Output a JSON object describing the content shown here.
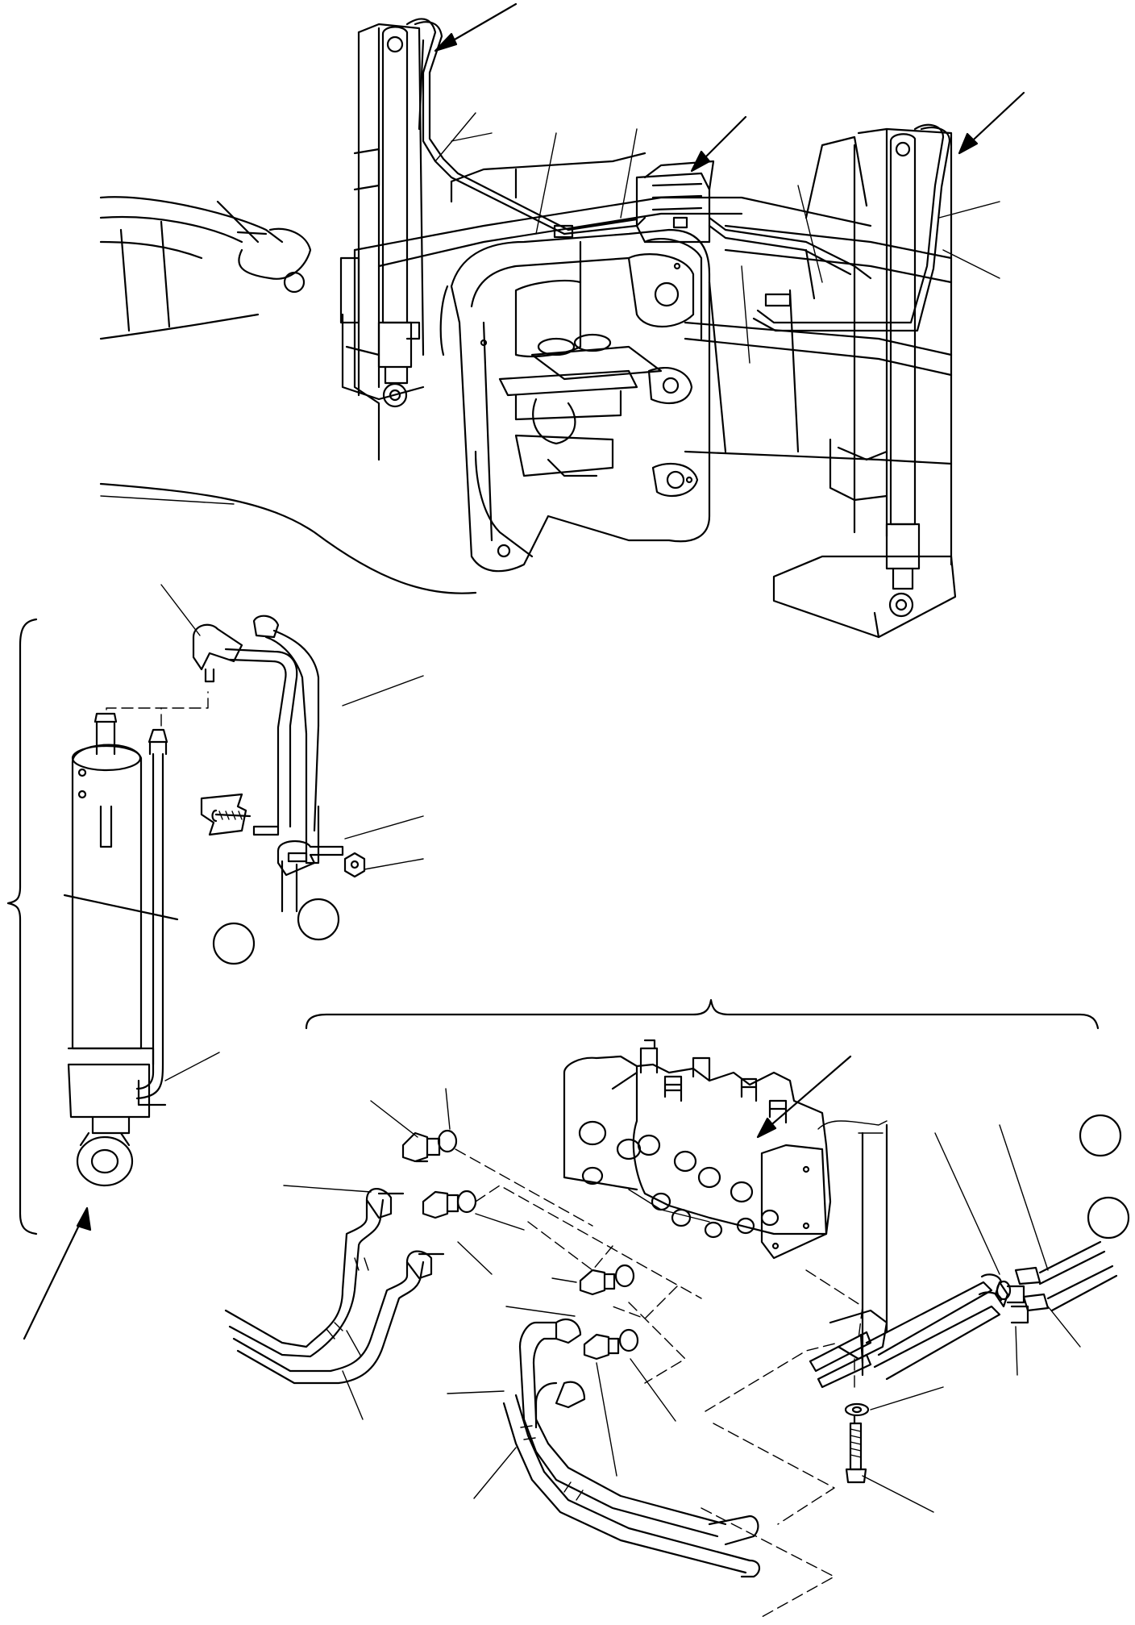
{
  "diagram": {
    "type": "exploded-parts-illustration",
    "text_labels": [],
    "callout_circles": 4,
    "assemblies": [
      {
        "id": "top-view",
        "icon": "backhoe-stabilizer-frame-icon"
      },
      {
        "id": "lift-cylinder-detail",
        "icon": "hydraulic-cylinder-icon"
      },
      {
        "id": "control-valve-detail",
        "icon": "control-valve-icon"
      }
    ]
  }
}
